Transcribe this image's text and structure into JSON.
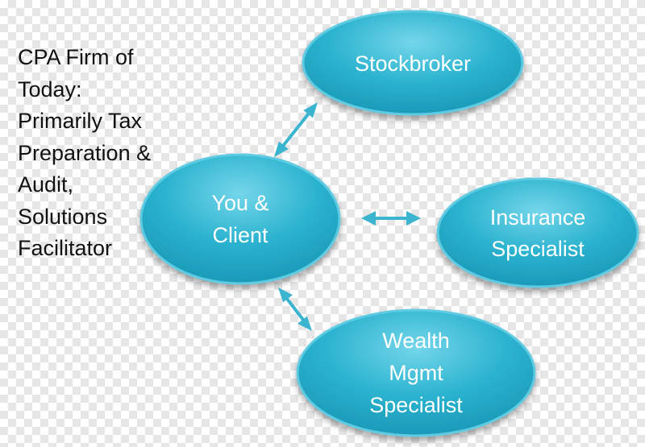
{
  "caption_lines": [
    "CPA Firm of",
    "Today:",
    "Primarily Tax",
    "Preparation &",
    "Audit,",
    "Solutions",
    "Facilitator"
  ],
  "nodes": {
    "stockbroker": [
      "Stockbroker"
    ],
    "you_client": [
      "You &",
      "Client"
    ],
    "insurance": [
      "Insurance",
      "Specialist"
    ],
    "wealth": [
      "Wealth",
      "Mgmt",
      "Specialist"
    ]
  },
  "colors": {
    "node_fill": "#2bb3cf",
    "node_fill_dark": "#1a9ab8",
    "node_highlight": "#74d6ea",
    "node_stroke": "#5ecbe2",
    "arrow": "#3ab4cf"
  }
}
